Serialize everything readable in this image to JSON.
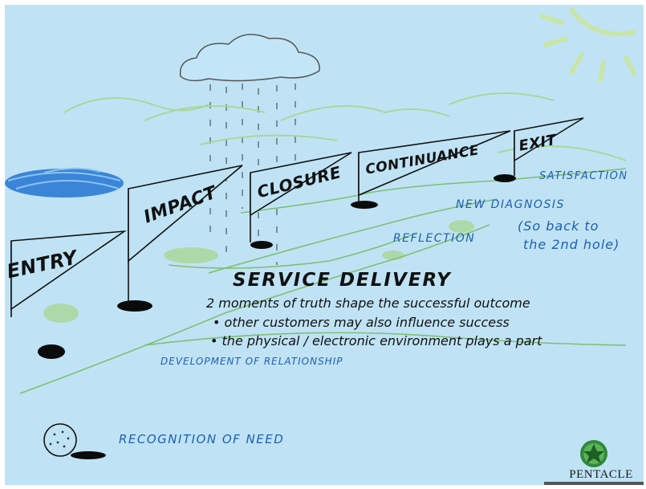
{
  "stages": [
    {
      "label": "ENTRY"
    },
    {
      "label": "IMPACT"
    },
    {
      "label": "CLOSURE"
    },
    {
      "label": "CONTINUANCE"
    },
    {
      "label": "EXIT"
    }
  ],
  "service_delivery": {
    "title": "SERVICE DELIVERY",
    "points": [
      "2 moments of truth shape the successful outcome",
      "• other customers may also influence success",
      "• the physical / electronic environment plays a part"
    ]
  },
  "annotations": {
    "satisfaction": "SATISFACTION",
    "new_diagnosis": "NEW DIAGNOSIS",
    "go_back_line1": "(So back to",
    "go_back_line2": "the 2nd hole)",
    "reflection": "REFLECTION",
    "development": "DEVELOPMENT OF RELATIONSHIP",
    "recognition": "RECOGNITION OF NEED"
  },
  "logo": {
    "text": "PENTACLE"
  },
  "colors": {
    "sky": "#bfe3f5",
    "hills": "#a9d79a",
    "annotation_blue": "#1f5fb0",
    "sun": "#c9e6a8",
    "logo_green": "#2f8a3a"
  }
}
